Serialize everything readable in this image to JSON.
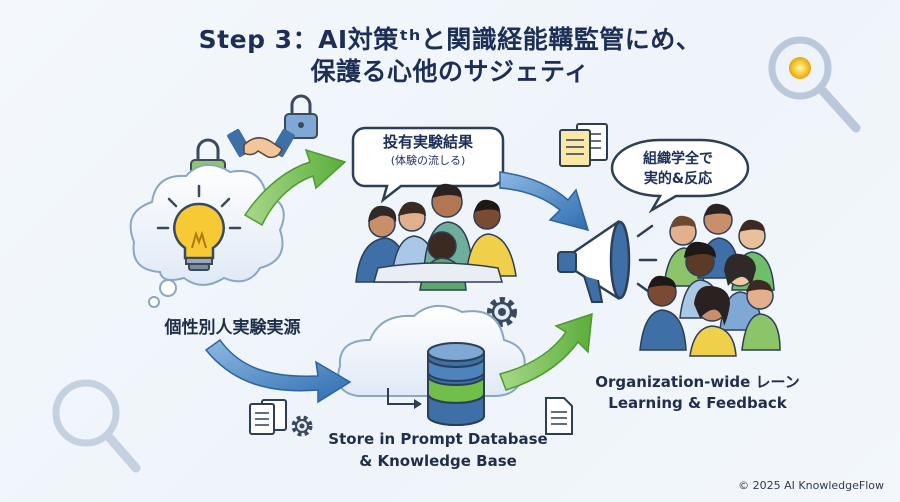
{
  "title": {
    "line1": "Step 3：AI対策ᵗʰと関識経能鞲監管にめ、",
    "line2": "保護る心他のサジェティ"
  },
  "nodes": {
    "individual_source": "個性別人実験実源",
    "shared_results": {
      "line1": "投有実験結果",
      "line2": "(体験の流しる)"
    },
    "feedback_bubble": {
      "line1": "組織学全で",
      "line2": "実的&反応"
    },
    "store": {
      "line1": "Store in Prompt Database",
      "line2": "& Knowledge Base"
    },
    "organization": {
      "line1": "Organization-wide レーン",
      "line2": "Learning & Feedback"
    }
  },
  "icons": [
    "lock-icon",
    "handshake-icon",
    "lightbulb-icon",
    "document-icon",
    "gear-icon",
    "database-icon",
    "cloud-icon",
    "megaphone-icon",
    "magnifier-icon",
    "people-group-icon"
  ],
  "colors": {
    "arrow_green": "#6fbf4a",
    "arrow_blue": "#3f7fc1",
    "title": "#1d2f57",
    "bulb": "#f7c934",
    "db_blue": "#3e6fa6",
    "db_green": "#6fbf4a"
  },
  "footer": {
    "copyright": "© 2025 AI KnowledgeFlow"
  }
}
